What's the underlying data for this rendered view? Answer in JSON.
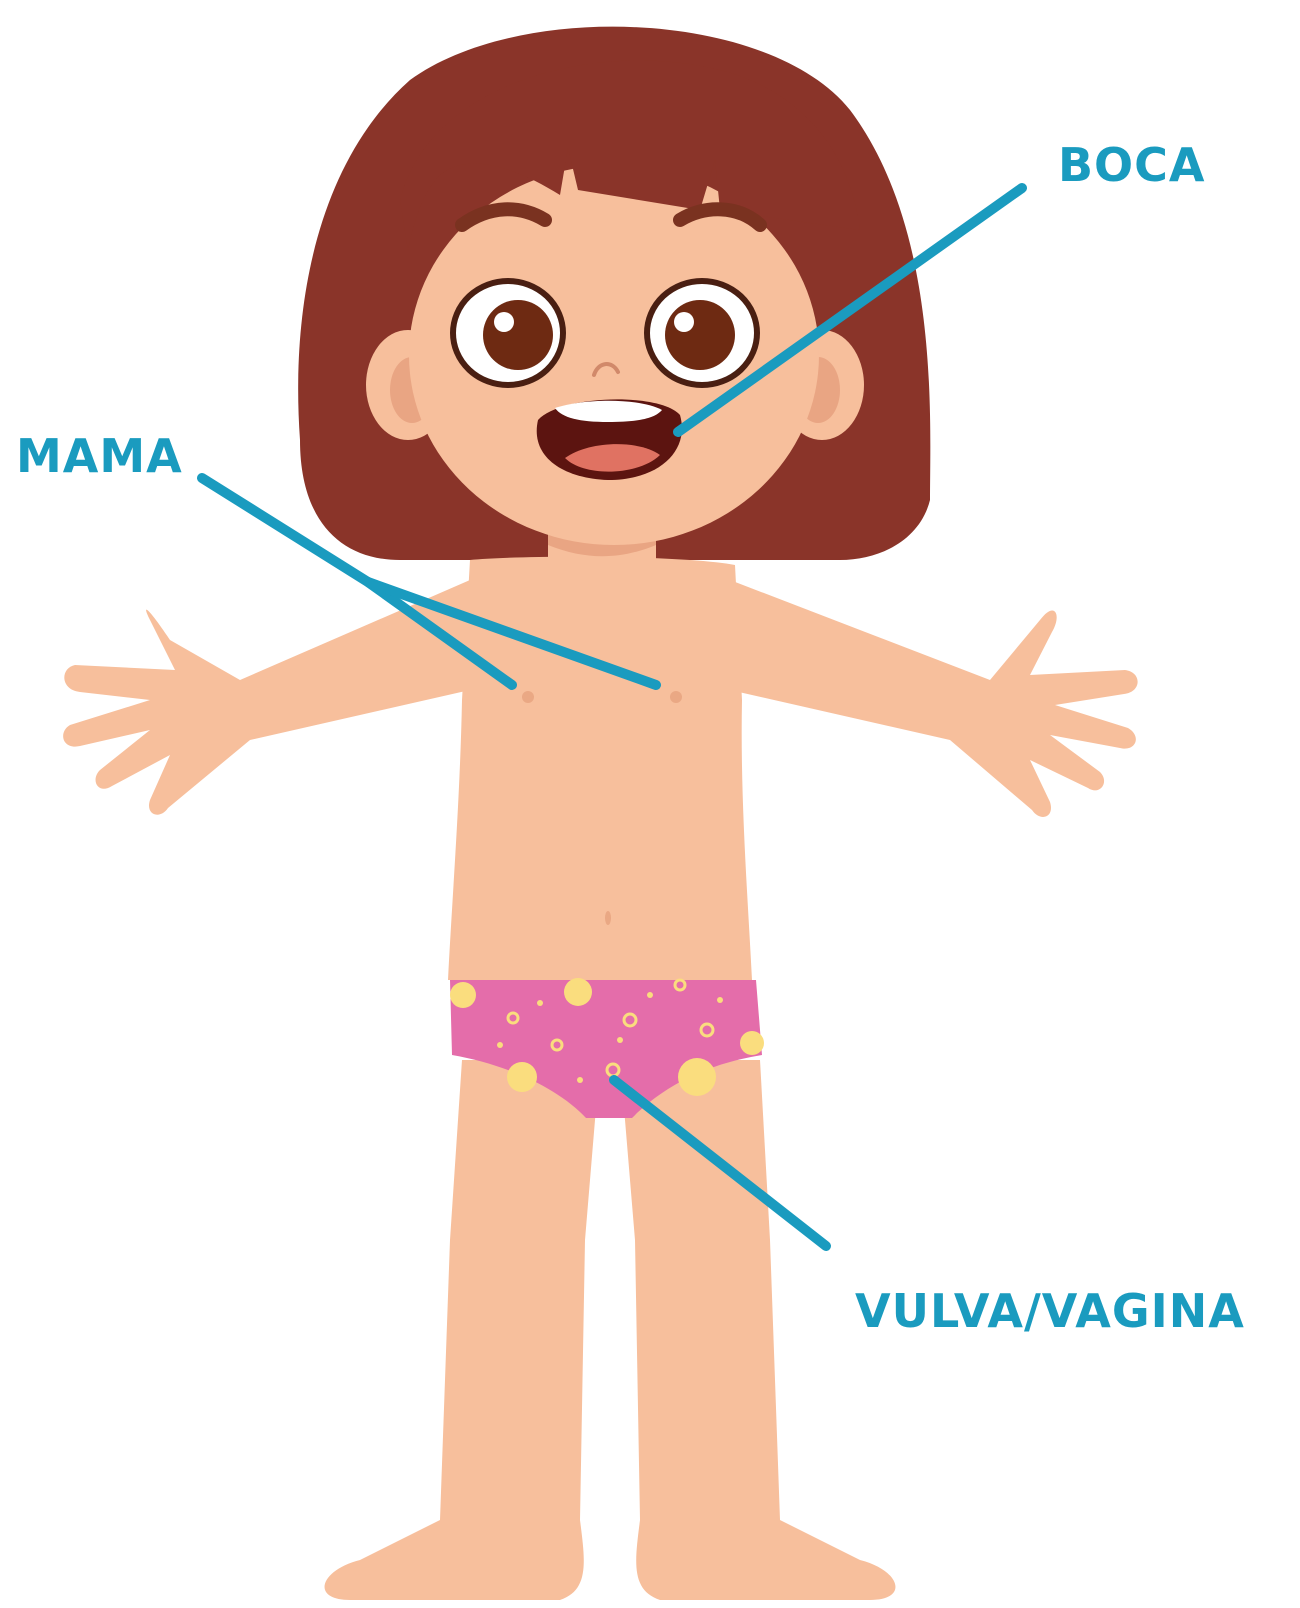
{
  "labels": {
    "boca": "BOCA",
    "mama": "MAMA",
    "vulva": "VULVA/VAGINA"
  },
  "colors": {
    "accent": "#1a9bbf",
    "skin": "#f7bf9c",
    "skin_shadow": "#e9a583",
    "hair": "#8a3429",
    "underwear": "#e46daa",
    "underwear_dots": "#fadd7e",
    "eye": "#6e2a12",
    "mouth": "#5c1410",
    "tongue": "#e07262"
  }
}
